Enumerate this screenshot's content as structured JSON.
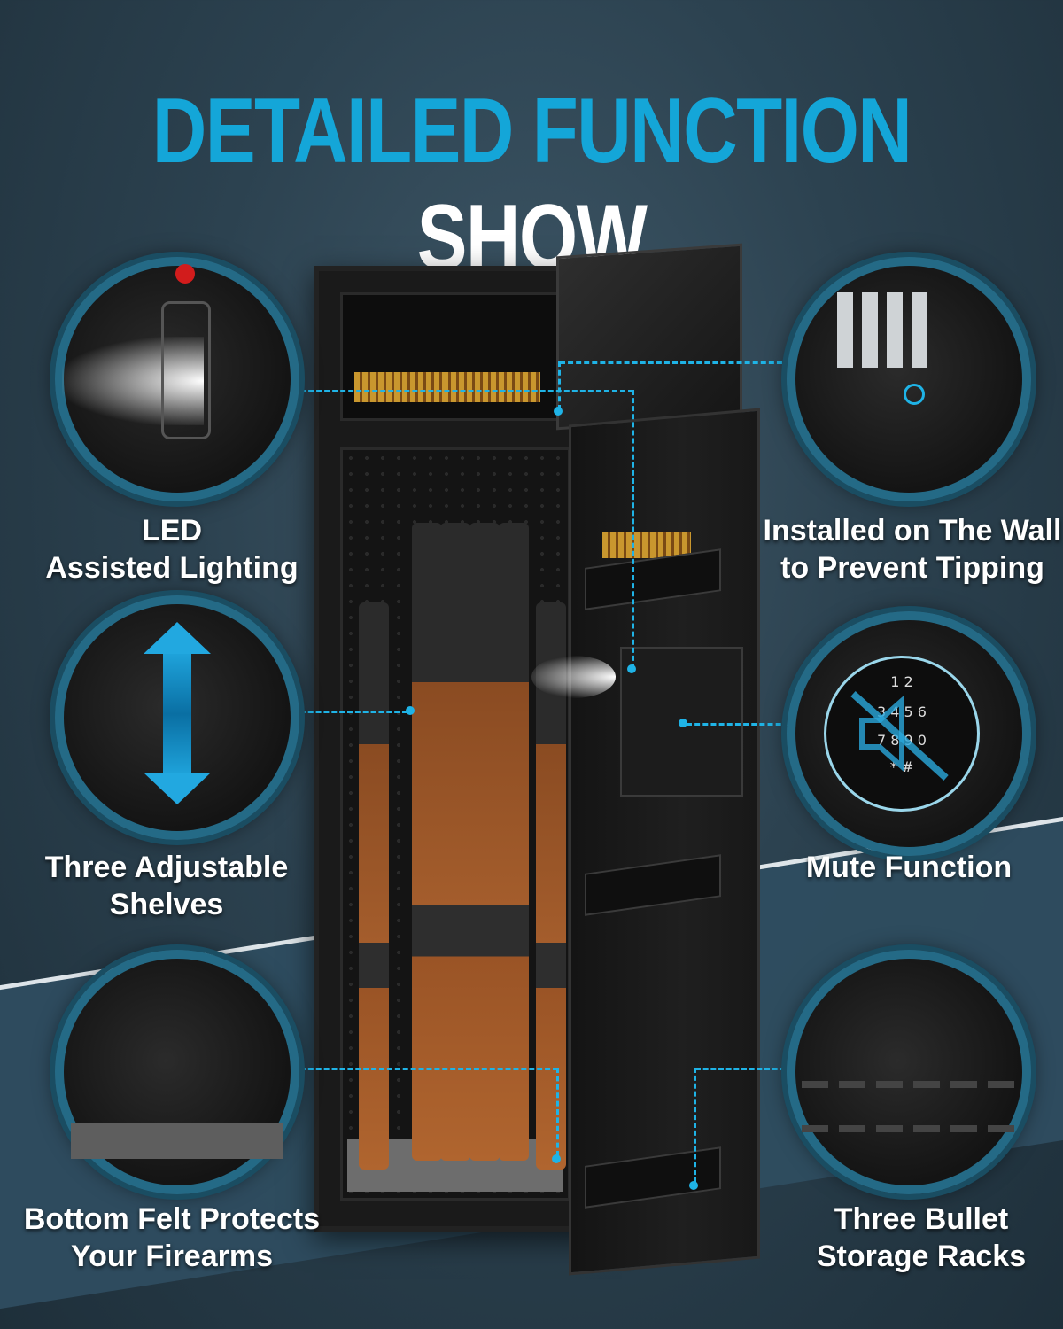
{
  "title": {
    "part1": "DETAILED FUNCTION",
    "part2": "SHOW"
  },
  "features": {
    "led": {
      "line1": "LED",
      "line2": "Assisted Lighting"
    },
    "wall": {
      "line1": "Installed on The Wall",
      "line2": "to Prevent Tipping"
    },
    "shelves": {
      "line1": "Three Adjustable",
      "line2": "Shelves"
    },
    "mute": {
      "line1": "Mute Function"
    },
    "felt": {
      "line1": "Bottom Felt Protects",
      "line2": "Your Firearms"
    },
    "racks": {
      "line1": "Three Bullet",
      "line2": "Storage Racks"
    }
  },
  "keypad": {
    "digits": [
      "1",
      "2",
      "3",
      "4",
      "5",
      "6",
      "7",
      "8",
      "9",
      "0",
      "*",
      "#"
    ]
  },
  "colors": {
    "accent": "#14a6d8",
    "title_white": "#ffffff",
    "ring": "#246a86"
  }
}
